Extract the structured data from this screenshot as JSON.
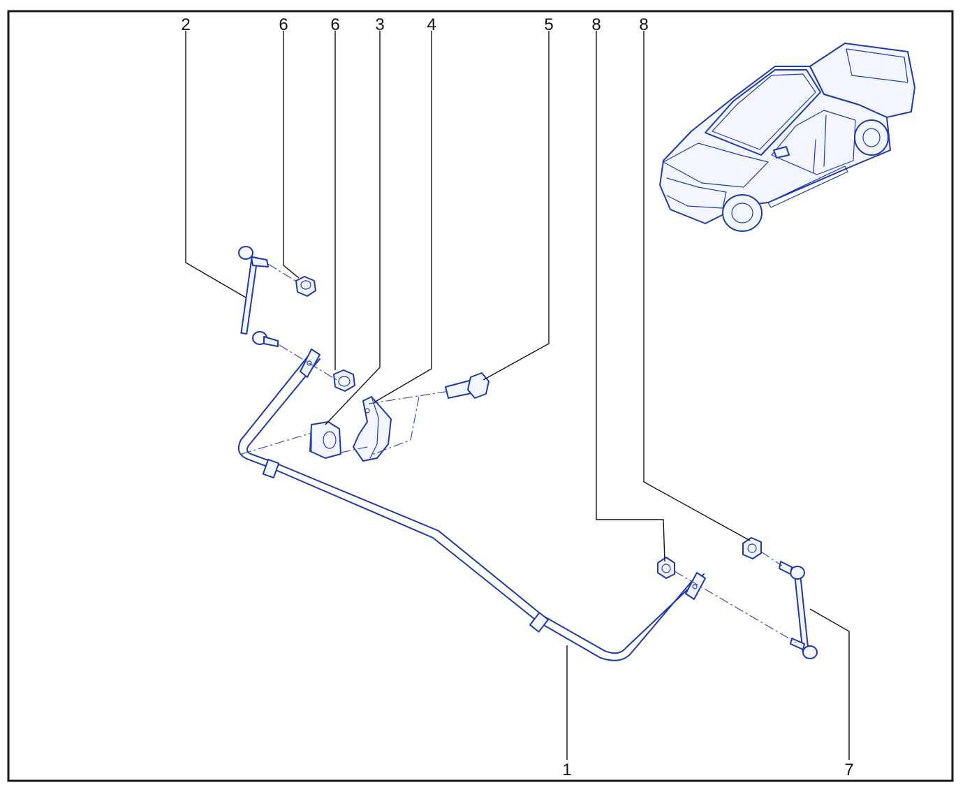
{
  "callouts": {
    "c1": "1",
    "c2": "2",
    "c3": "3",
    "c4": "4",
    "c5": "5",
    "c6a": "6",
    "c6b": "6",
    "c7": "7",
    "c8a": "8",
    "c8b": "8"
  },
  "colors": {
    "line_art": "#1f3aa8",
    "frame": "#1a1a1a"
  }
}
